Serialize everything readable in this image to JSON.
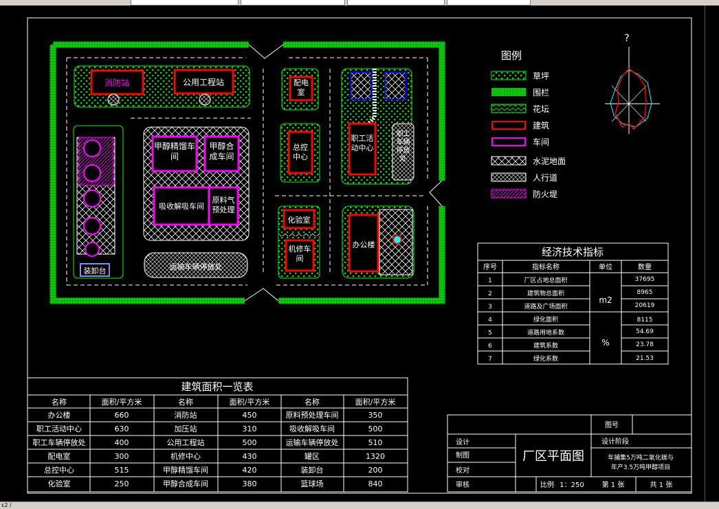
{
  "status_bar": {
    "text": "ɛ2 /"
  },
  "legend": {
    "title": "图例",
    "items": [
      "草坪",
      "围栏",
      "花坛",
      "建筑",
      "车间",
      "水泥地面",
      "人行道",
      "防火堤"
    ]
  },
  "north_arrow": {
    "label": "?"
  },
  "buildings": {
    "xiaofang": "消防站",
    "gongyong": "公用工程站",
    "peidian": "配电室",
    "jiachun_jingliu": "甲醇精馏车间",
    "jiachun_hecheng": "甲醇合成车间",
    "xishou": "吸收解吸车间",
    "yuanliao": "原料气预处理",
    "zongkong": "总控中心",
    "zhigong": "职工活动中心",
    "cheliang": "职工车辆停放处",
    "huayan": "化验室",
    "jixiu": "机修车间",
    "bangong": "办公楼",
    "zhuangxie": "装卸台",
    "yunshu": "运输车辆停放处"
  },
  "econ": {
    "title": "经济技术指标",
    "headers": [
      "序号",
      "指标名称",
      "单位",
      "数量"
    ],
    "rows": [
      [
        "1",
        "厂区占地总面积",
        "37695"
      ],
      [
        "2",
        "建筑物总面积",
        "8965"
      ],
      [
        "3",
        "道路及广场面积",
        "20619"
      ],
      [
        "4",
        "绿化面积",
        "8115"
      ],
      [
        "5",
        "道路用地系数",
        "54.69"
      ],
      [
        "6",
        "建筑系数",
        "23.78"
      ],
      [
        "7",
        "绿化系数",
        "21.53"
      ]
    ],
    "unit_m2": "m2",
    "unit_pct": "%"
  },
  "area": {
    "title": "建筑面积一览表",
    "headers": [
      "名称",
      "面积/平方米",
      "名称",
      "面积/平方米",
      "名称",
      "面积/平方米"
    ],
    "rows": [
      [
        "办公楼",
        "660",
        "消防站",
        "450",
        "原料预处理车间",
        "350"
      ],
      [
        "职工活动中心",
        "630",
        "加压站",
        "310",
        "吸收解吸车间",
        "500"
      ],
      [
        "职工车辆停放处",
        "400",
        "公用工程站",
        "500",
        "运输车辆停放处",
        "510"
      ],
      [
        "配电室",
        "300",
        "机修中心",
        "430",
        "罐区",
        "1320"
      ],
      [
        "总控中心",
        "515",
        "甲醇精馏车间",
        "420",
        "装卸台",
        "200"
      ],
      [
        "化验室",
        "250",
        "甲醇合成车间",
        "380",
        "篮球场",
        "840"
      ]
    ]
  },
  "titleblock": {
    "tuhao": "图号",
    "sheji_jieduan": "设计阶段",
    "sheji": "设计",
    "zhitu": "制图",
    "jiaodui": "校对",
    "shenhe": "审核",
    "main_title": "厂区平面图",
    "project_1": "年捕集5万吨二氧化碳与",
    "project_2": "年产3.5万吨甲醇项目",
    "bili_label": "比例",
    "bili_value": "1：250",
    "di": "第 1 张",
    "gong": "共 1 张"
  },
  "colors": {
    "green": "#00ff00",
    "red": "#ff0000",
    "magenta": "#ff00ff",
    "white": "#ffffff",
    "blue": "#0000ff",
    "cyan": "#00ffff"
  }
}
